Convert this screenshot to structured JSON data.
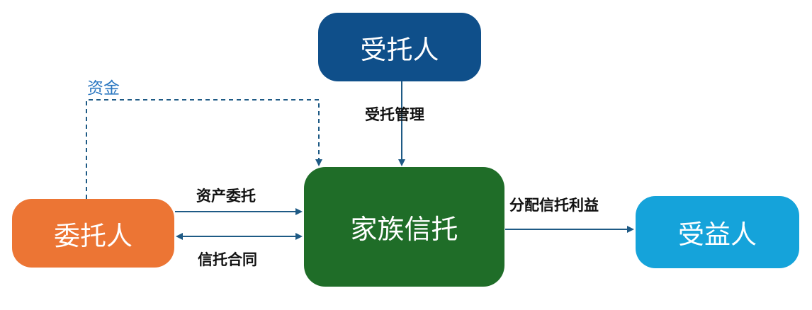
{
  "nodes": {
    "trustee": {
      "label": "受托人",
      "color": "#0f4f8a"
    },
    "settlor": {
      "label": "委托人",
      "color": "#ec7534"
    },
    "family_trust": {
      "label": "家族信托",
      "color": "#1f6d28"
    },
    "beneficiary": {
      "label": "受益人",
      "color": "#15a3da"
    }
  },
  "edges": {
    "funds": {
      "label": "资金",
      "style": "dashed",
      "color": "#2a77c1",
      "from": "委托人",
      "to": "家族信托"
    },
    "trust_management": {
      "label": "受托管理",
      "style": "solid",
      "from": "受托人",
      "to": "家族信托"
    },
    "asset_entrust": {
      "label": "资产委托",
      "style": "solid",
      "from": "委托人",
      "to": "家族信托"
    },
    "trust_contract": {
      "label": "信托合同",
      "style": "solid",
      "direction": "both",
      "from": "委托人",
      "to": "家族信托"
    },
    "distribute_benefit": {
      "label": "分配信托利益",
      "style": "solid",
      "from": "家族信托",
      "to": "受益人"
    }
  },
  "colors": {
    "arrow": "#1e5a85",
    "dashed_arrow": "#2a77c1"
  }
}
